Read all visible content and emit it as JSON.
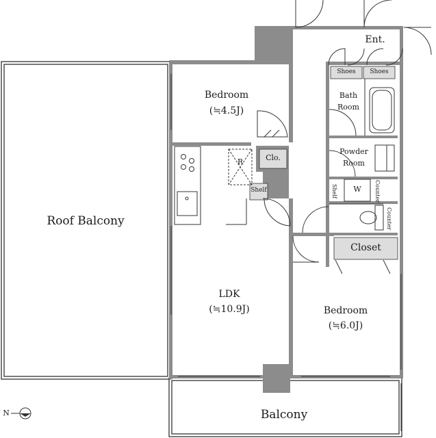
{
  "rooms": {
    "entrance": "Ent.",
    "shoes_left": "Shoes",
    "shoes_right": "Shoes",
    "bedroom_small": {
      "name": "Bedroom",
      "size": "(≒4.5J)"
    },
    "bath": {
      "line1": "Bath",
      "line2": "Room"
    },
    "powder": {
      "line1": "Powder",
      "line2": "Room"
    },
    "closet_small": "Clo.",
    "refrigerator": "R",
    "shelf_left": "Shelf",
    "shelf_right": "Shelf",
    "washer": "W",
    "counter_1": "Counter",
    "counter_2": "Counter",
    "roof_balcony": "Roof Balcony",
    "closet": "Closet",
    "ldk": {
      "name": "LDK",
      "size": "(≒10.9J)"
    },
    "bedroom_large": {
      "name": "Bedroom",
      "size": "(≒6.0J)"
    },
    "balcony": "Balcony"
  },
  "compass": {
    "label": "N",
    "icon": "north-arrow-icon"
  },
  "colors": {
    "wall": "#8c8c8c",
    "line": "#333333",
    "fill": "#dddddd",
    "background": "#ffffff"
  }
}
